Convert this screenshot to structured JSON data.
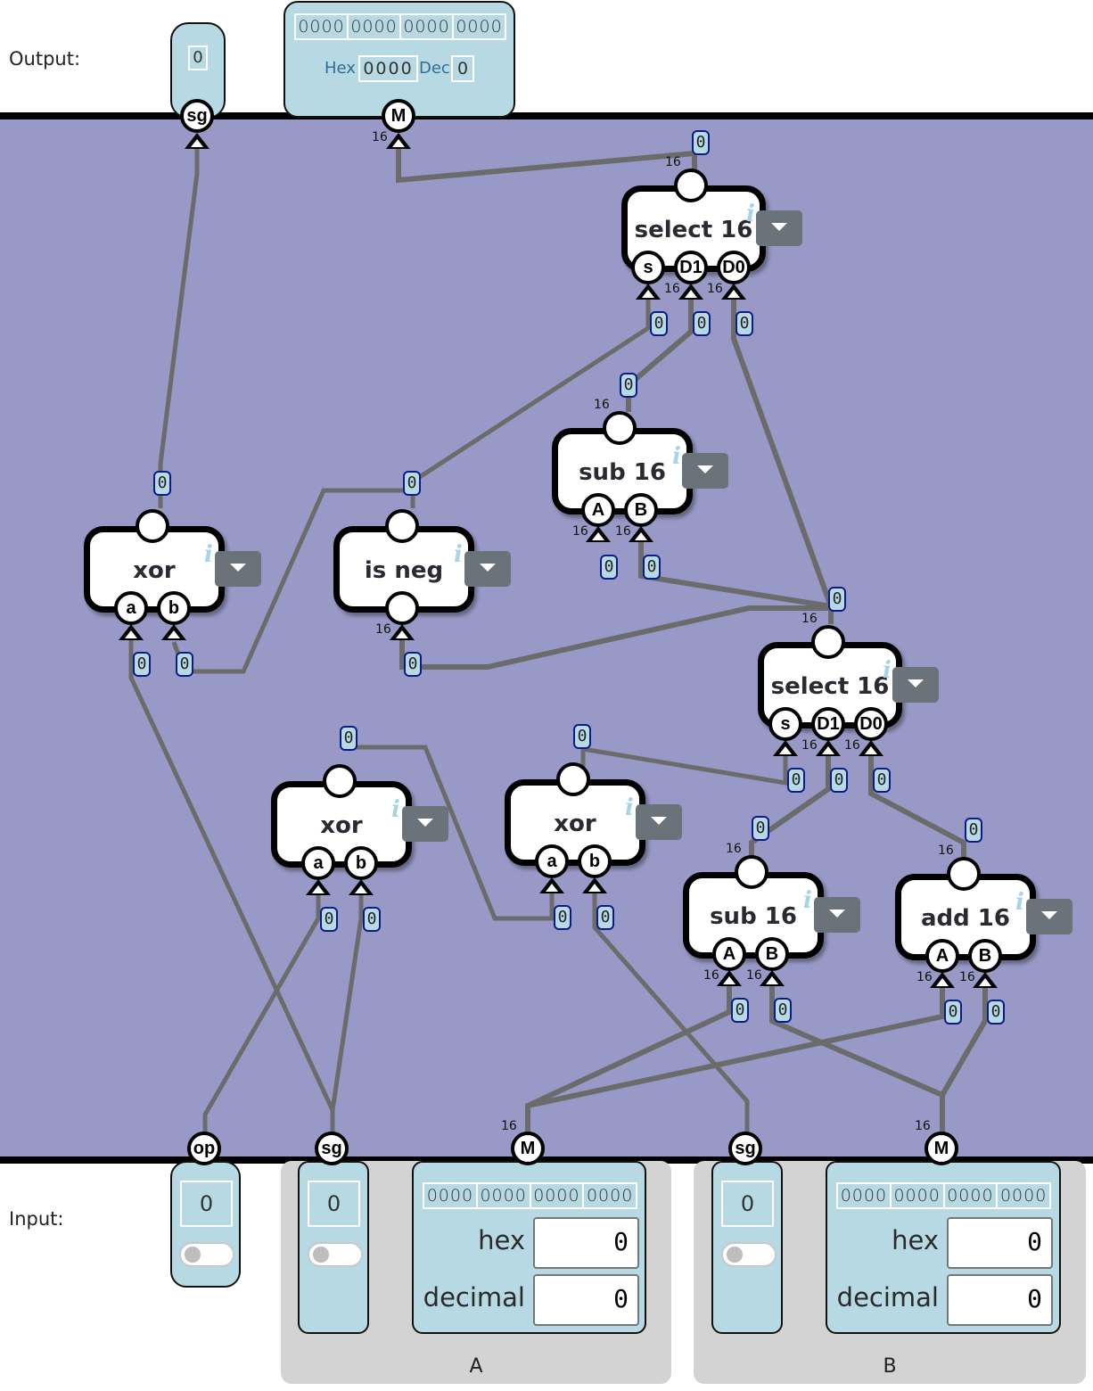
{
  "labels": {
    "output": "Output:",
    "input": "Input:"
  },
  "outputs": {
    "sign": {
      "pin": "sg",
      "value": "0"
    },
    "magnitude": {
      "pin": "M",
      "width": "16",
      "bits": [
        "0000",
        "0000",
        "0000",
        "0000"
      ],
      "hex_label": "Hex",
      "hex_value": "0000",
      "dec_label": "Dec",
      "dec_value": "0"
    }
  },
  "inputs": {
    "op": {
      "pin": "op",
      "value": "0",
      "toggle_on": false
    },
    "A": {
      "group_label": "A",
      "sign": {
        "pin": "sg",
        "value": "0",
        "toggle_on": false
      },
      "magnitude": {
        "pin": "M",
        "width": "16",
        "bits": [
          "0000",
          "0000",
          "0000",
          "0000"
        ],
        "hex_label": "hex",
        "hex_value": "0",
        "dec_label": "decimal",
        "dec_value": "0"
      }
    },
    "B": {
      "group_label": "B",
      "sign": {
        "pin": "sg",
        "value": "0",
        "toggle_on": false
      },
      "magnitude": {
        "pin": "M",
        "width": "16",
        "bits": [
          "0000",
          "0000",
          "0000",
          "0000"
        ],
        "hex_label": "hex",
        "hex_value": "0",
        "dec_label": "decimal",
        "dec_value": "0"
      }
    }
  },
  "gates": {
    "select_top": {
      "title": "select 16",
      "pins": [
        "s",
        "D1",
        "D0"
      ],
      "width": "16"
    },
    "sub_mid": {
      "title": "sub 16",
      "pins": [
        "A",
        "B"
      ],
      "width": "16"
    },
    "xor_left": {
      "title": "xor",
      "pins": [
        "a",
        "b"
      ]
    },
    "is_neg": {
      "title": "is neg",
      "width": "16"
    },
    "select_mid": {
      "title": "select 16",
      "pins": [
        "s",
        "D1",
        "D0"
      ],
      "width": "16"
    },
    "xor_mid": {
      "title": "xor",
      "pins": [
        "a",
        "b"
      ]
    },
    "xor_right": {
      "title": "xor",
      "pins": [
        "a",
        "b"
      ]
    },
    "sub_low": {
      "title": "sub 16",
      "pins": [
        "A",
        "B"
      ],
      "width": "16"
    },
    "add_low": {
      "title": "add 16",
      "pins": [
        "A",
        "B"
      ],
      "width": "16"
    }
  },
  "gate_info_glyph": "i",
  "wire_value": "0",
  "colors": {
    "canvas": "#9899c6",
    "panel": "#b7d9e4",
    "wire": "#6b6b6b",
    "group": "#d3d3d3"
  }
}
